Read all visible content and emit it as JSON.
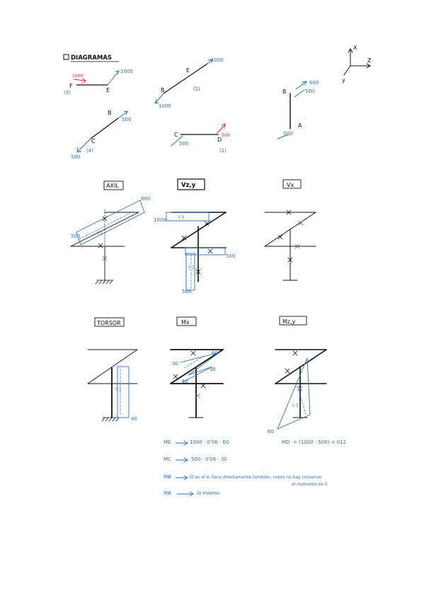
{
  "header": {
    "title": "DIAGRAMAS"
  },
  "axes": {
    "x": "X",
    "z": "Z",
    "y": "y"
  },
  "bars": {
    "b1": {
      "nodes": [
        "F",
        "E"
      ],
      "tag": "(3)",
      "red_value": "1000",
      "blue_value": "1000"
    },
    "b2": {
      "nodes": [
        "B",
        "E"
      ],
      "tag": "(2)",
      "value_top": "1000",
      "value_bottom": "1000"
    },
    "b3": {
      "nodes": [
        "B",
        "A"
      ],
      "value_top": "600",
      "value_mid": "500",
      "value_bottom": "500"
    },
    "b4": {
      "nodes": [
        "B",
        "C"
      ],
      "tag": "(4)",
      "value_top": "500",
      "value_bottom": "500"
    },
    "b5": {
      "nodes": [
        "C",
        "D"
      ],
      "tag": "(1)",
      "red_value": "500",
      "blue_value": "500"
    }
  },
  "panels": {
    "axil": {
      "label": "AXIL",
      "values": [
        "600",
        "500"
      ],
      "sign": "(-)"
    },
    "vzy": {
      "label": "Vz,y",
      "values": [
        "1000",
        "500",
        "500"
      ],
      "sign1": "(-)",
      "sign2": "(-)"
    },
    "vx": {
      "label": "Vx"
    },
    "torsor": {
      "label": "TORSOR",
      "values": [
        "40"
      ],
      "sign": "(-)"
    },
    "mx": {
      "label": "Mx",
      "values": [
        "60",
        "30",
        "30",
        "60"
      ]
    },
    "mzy": {
      "label": "Mz,y",
      "values": [
        "60"
      ],
      "sign": "(-)"
    }
  },
  "notes": {
    "n1": {
      "label": "ME",
      "expr": "1000 · 0'06 · 60"
    },
    "n2": {
      "label": "MD",
      "expr": "= (1000 · 500) = 012"
    },
    "n3": {
      "label": "MC",
      "expr": "500 · 0'06 · 30"
    },
    "n4": {
      "label": "MB",
      "line1": "El es el lo hace directamente también, como no hay conserve",
      "line2": "el momento es 0"
    },
    "n5": {
      "label": "MB",
      "expr": "lo mismo"
    }
  },
  "colors": {
    "ink": "#111111",
    "blue": "#2f6fb3",
    "red": "#d22a2a"
  }
}
